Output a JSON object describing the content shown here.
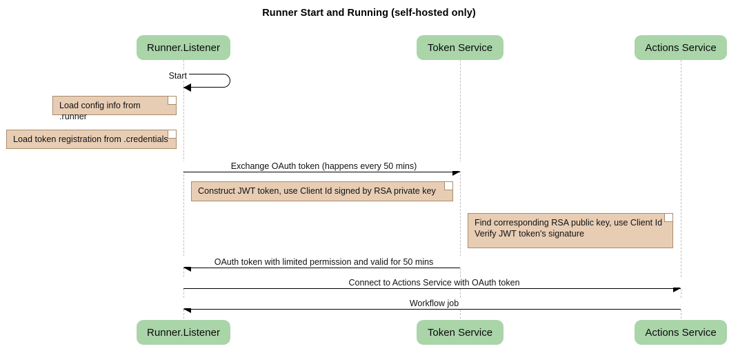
{
  "title": "Runner Start and Running (self-hosted only)",
  "diagram_type": "sequence-diagram",
  "colors": {
    "participant_fill": "#a9d5a9",
    "note_fill": "#e8cdb5",
    "note_border": "#a98b6b",
    "lifeline": "#bdbdbd",
    "arrow": "#000000",
    "background": "#ffffff"
  },
  "participants": [
    {
      "id": "runner",
      "label": "Runner.Listener"
    },
    {
      "id": "token",
      "label": "Token Service"
    },
    {
      "id": "actions",
      "label": "Actions Service"
    }
  ],
  "messages": [
    {
      "id": "m1",
      "label": "Start",
      "from": "runner",
      "to": "runner",
      "kind": "self",
      "arrow": "solid"
    },
    {
      "id": "m2",
      "label": "Exchange OAuth token (happens every 50 mins)",
      "from": "runner",
      "to": "token",
      "kind": "call",
      "arrow": "solid",
      "direction": "right"
    },
    {
      "id": "m3",
      "label": "OAuth token with limited permission and valid for 50 mins",
      "from": "token",
      "to": "runner",
      "kind": "return",
      "arrow": "solid",
      "direction": "left"
    },
    {
      "id": "m4",
      "label": "Connect to Actions Service with OAuth token",
      "from": "runner",
      "to": "actions",
      "kind": "call",
      "arrow": "solid",
      "direction": "right"
    },
    {
      "id": "m5",
      "label": "Workflow job",
      "from": "actions",
      "to": "runner",
      "kind": "return",
      "arrow": "solid",
      "direction": "left"
    }
  ],
  "notes": [
    {
      "id": "n1",
      "text": "Load config info from .runner",
      "attached_to": "runner",
      "position": "left"
    },
    {
      "id": "n2",
      "text": "Load token registration from .credentials",
      "attached_to": "runner",
      "position": "left"
    },
    {
      "id": "n3",
      "text": "Construct JWT token, use Client Id signed by RSA private key",
      "attached_to": "runner",
      "position": "right"
    },
    {
      "id": "n4",
      "line1": "Find corresponding RSA public key, use Client Id",
      "line2": "Verify JWT token's signature",
      "attached_to": "token",
      "position": "right"
    }
  ]
}
